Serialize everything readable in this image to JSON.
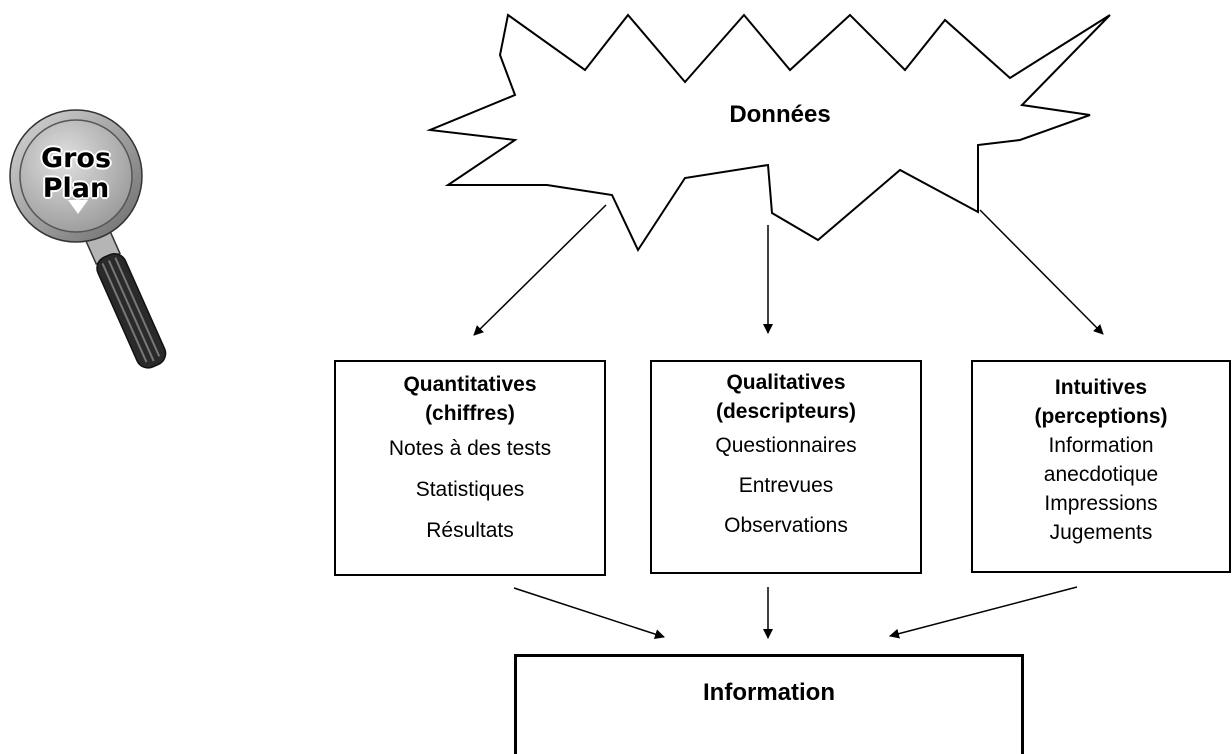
{
  "logo": {
    "line1": "Gros",
    "line2": "Plan",
    "icon": "magnifying-glass-icon"
  },
  "source": {
    "label": "Données"
  },
  "categories": [
    {
      "title_line1": "Quantitatives",
      "title_line2": "(chiffres)",
      "items": [
        "Notes à des tests",
        "Statistiques",
        "Résultats"
      ]
    },
    {
      "title_line1": "Qualitatives",
      "title_line2": "(descripteurs)",
      "items": [
        "Questionnaires",
        "Entrevues",
        "Observations"
      ]
    },
    {
      "title_line1": "Intuitives",
      "title_line2": "(perceptions)",
      "items": [
        "Information",
        "anecdotique",
        "Impressions",
        "Jugements"
      ]
    }
  ],
  "target": {
    "label": "Information"
  }
}
